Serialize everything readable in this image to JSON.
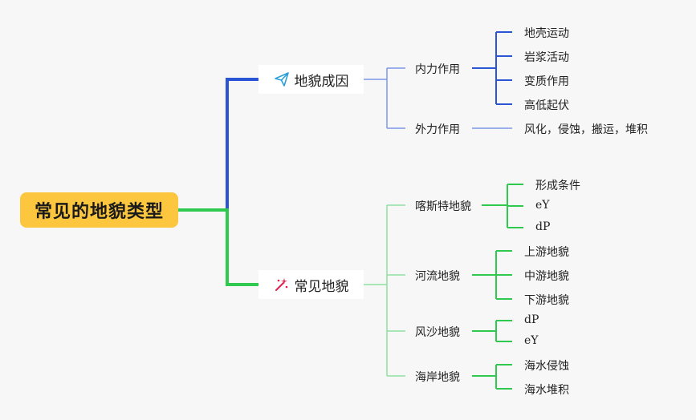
{
  "title": "常见的地貌类型",
  "branches": [
    {
      "label": "地貌成因",
      "icon": "paper-plane-icon",
      "color": "#2a56d6",
      "children": [
        {
          "label": "内力作用",
          "leaves": [
            "地壳运动",
            "岩浆活动",
            "变质作用",
            "高低起伏"
          ]
        },
        {
          "label": "外力作用",
          "leaves": [
            "风化，侵蚀，搬运，堆积"
          ]
        }
      ]
    },
    {
      "label": "常见地貌",
      "icon": "sparkle-wand-icon",
      "color": "#2ec94e",
      "children": [
        {
          "label": "喀斯特地貌",
          "leaves": [
            "形成条件",
            "eY",
            "dP"
          ]
        },
        {
          "label": "河流地貌",
          "leaves": [
            "上游地貌",
            "中游地貌",
            "下游地貌"
          ]
        },
        {
          "label": "风沙地貌",
          "leaves": [
            "dP",
            "eY"
          ]
        },
        {
          "label": "海岸地貌",
          "leaves": [
            "海水侵蚀",
            "海水堆积"
          ]
        }
      ]
    }
  ],
  "colors": {
    "root_bg": "#fcc63f",
    "blue_line": "#2a56d6",
    "blue_light": "#7b97e8",
    "green_line": "#2ec94e",
    "green_light": "#8fe0a0",
    "background": "#f7f7f7"
  }
}
